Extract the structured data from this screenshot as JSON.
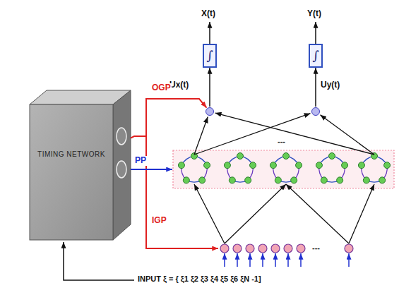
{
  "diagram": {
    "nodes": [
      {
        "text": [
          "∫"
        ]
      },
      {
        "text": [
          "∫"
        ]
      },
      {
        "text": [
          "Ux(t)"
        ]
      },
      {
        "text": [
          "Uy(t)"
        ]
      },
      {
        "text": [
          "TIMING NETWORK"
        ]
      }
    ],
    "edges": [
      {
        "from": 2,
        "to": 0,
        "arrow": "to"
      },
      {
        "from": 3,
        "to": 1,
        "arrow": "to"
      },
      {
        "from": 4,
        "to": 2,
        "arrow": "to",
        "label": "OGP"
      }
    ],
    "labels": [
      "X(t)",
      "Y(t)",
      "PP",
      "IGP",
      "---",
      "---",
      "INPUT ξ = { ξ1 ξ2 ξ3 ξ4 ξ5 ξ6 ξN -1]"
    ]
  }
}
